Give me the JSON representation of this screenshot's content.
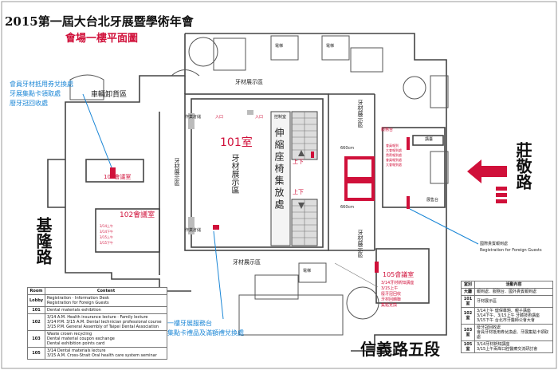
{
  "header": {
    "title": "2015第一屆大台北牙展暨學術年會",
    "subtitle": "會場一樓平面圖"
  },
  "colors": {
    "accent_red": "#d0103a",
    "blue": "#1a86d6",
    "wall": "#444444"
  },
  "rooms": {
    "r101": "101室",
    "r101_sub": "牙材展示區",
    "r102": "102會議室",
    "r103": "103會議室",
    "r105": "105會議室",
    "control": "控制室",
    "dist": "配電室",
    "elevator": "電梯",
    "lobby_pink": "服務台",
    "stage": "講臺",
    "ticket": "展售台",
    "unload": "車輛卸貨區",
    "stackchair": "伸縮座椅集放處"
  },
  "areas": {
    "exhibit": "牙材展示區",
    "exhibit_v": "牙材展示區",
    "rest1": "作業倉儲",
    "rest2": "作業倉儲",
    "entrance": "入口",
    "upstairs": "上下",
    "up": "上",
    "down": "下",
    "dist_label": "配電室"
  },
  "notes": {
    "left_top": [
      "會員牙材抵用券兌換處",
      "牙展集點卡領取處",
      "廢牙冠回收處"
    ],
    "bottom_center": [
      "一樓牙展服務台",
      "集點卡禮品及滿額禮兌換處"
    ],
    "foreign": [
      "國際貴賓報到處",
      "Registration for Foreign Guests"
    ],
    "room105": [
      "3/14牙材新知講座",
      "3/15上午",
      "廢牙冠回收",
      "牙材回饋聯",
      "集點兌換"
    ],
    "room102": [
      "3/14上午",
      "3/14下午",
      "3/15上午",
      "3/15下午"
    ],
    "lobby_right": [
      "會員報到",
      "大會報到處",
      "貴賓報到處",
      "會員報到處",
      "大會報到處"
    ]
  },
  "streets": {
    "left": "基隆路",
    "right": "莊敬路",
    "bottom": "信義路五段"
  },
  "dims": {
    "d1": "660cm",
    "d2": "660cm"
  },
  "left_table": {
    "headers": [
      "Room",
      "Content"
    ],
    "rows": [
      {
        "room": "Lobby",
        "lines": [
          "Registration · Information Desk",
          "Registration for Foreign Guests"
        ]
      },
      {
        "room": "101",
        "lines": [
          "Dental materials exhibition"
        ]
      },
      {
        "room": "102",
        "lines": [
          "3/14 A.M. Health insurance lecture · Family lecture",
          "3/14 P.M.  3/15 A.M. Dental technician professional course",
          "3/15 P.M. General Assembly of Taipei Dental Association"
        ]
      },
      {
        "room": "103",
        "lines": [
          "Waste crown recycling",
          "Dental material coupon exchange",
          "Dental exhibition points card"
        ]
      },
      {
        "room": "105",
        "lines": [
          "3/14 Dental materials lecture",
          "3/15 A.M. Cross-Strait Oral health care system seminar"
        ]
      }
    ]
  },
  "right_table": {
    "headers": [
      "室別",
      "活動內容"
    ],
    "rows": [
      {
        "room": "大廳",
        "lines": [
          "報到處．服務台．國外貴賓報到處"
        ]
      },
      {
        "room": "101室",
        "lines": [
          "牙材展示區"
        ]
      },
      {
        "room": "102室",
        "lines": [
          "3/14上午 健保專題、親子講座",
          "3/14下午、3/15上午 牙體技術講座",
          "3/15下午 台北市牙醫師公會大會"
        ]
      },
      {
        "room": "103室",
        "lines": [
          "廢牙冠回收處",
          "會員牙材抵用券兌換處、牙展集點卡領取處"
        ]
      },
      {
        "room": "105室",
        "lines": [
          "3/14牙材新知講座",
          "3/15上午兩岸口腔醫療交流研討會"
        ]
      }
    ]
  }
}
